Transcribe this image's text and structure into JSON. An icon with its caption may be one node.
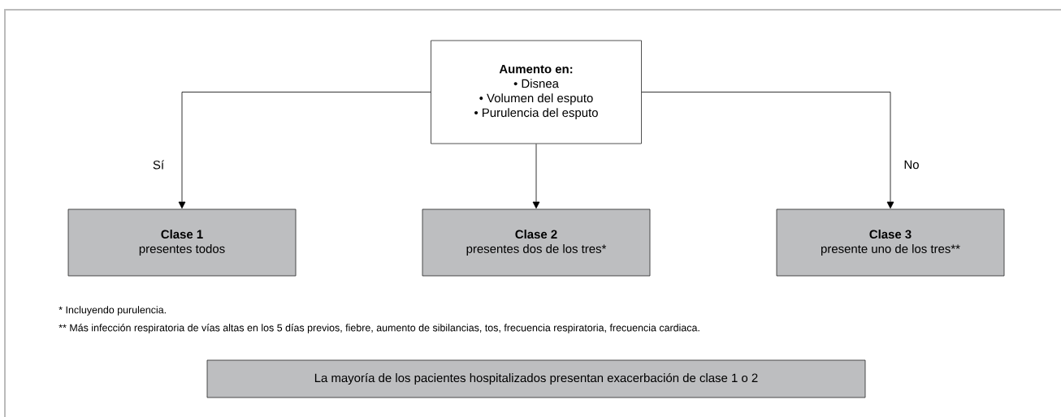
{
  "diagram": {
    "nodes": [
      {
        "text": [
          "Aumento en:",
          "• Disnea",
          "• Volumen del esputo",
          "• Purulencia del esputo"
        ]
      },
      {
        "text": [
          "Clase 1",
          "presentes todos"
        ]
      },
      {
        "text": [
          "Clase 2",
          "presentes dos de los tres*"
        ]
      },
      {
        "text": [
          "Clase 3",
          "presente uno de los tres**"
        ]
      },
      {
        "text": [
          "La mayoría de los pacientes hospitalizados presentan exacerbación de clase 1 o 2"
        ]
      }
    ],
    "edges": [
      {
        "from": 0,
        "to": 1,
        "arrow": "to",
        "label": "Sí"
      },
      {
        "from": 0,
        "to": 2,
        "arrow": "to"
      },
      {
        "from": 0,
        "to": 3,
        "arrow": "to",
        "label": "No"
      }
    ],
    "labels": [
      "*  Incluyendo purulencia.",
      "** Más infección respiratoria de vías altas en los 5 días previos, fiebre, aumento de sibilancias, tos, frecuencia respiratoria, frecuencia cardiaca."
    ]
  }
}
